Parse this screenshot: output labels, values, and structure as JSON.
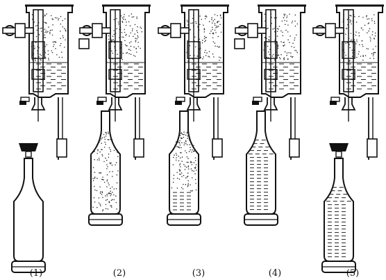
{
  "diagram": {
    "panels": [
      {
        "label": "(1)",
        "valve_open": false,
        "bottle_down": true,
        "side_knob": false,
        "foam": false,
        "liquid_frac": 0.0
      },
      {
        "label": "(2)",
        "valve_open": true,
        "bottle_down": false,
        "side_knob": true,
        "foam": true,
        "liquid_frac": 0.0
      },
      {
        "label": "(3)",
        "valve_open": true,
        "bottle_down": false,
        "side_knob": false,
        "foam": true,
        "liquid_frac": 0.25
      },
      {
        "label": "(4)",
        "valve_open": true,
        "bottle_down": false,
        "side_knob": true,
        "foam": false,
        "liquid_frac": 0.9
      },
      {
        "label": "(5)",
        "valve_open": false,
        "bottle_down": true,
        "side_knob": false,
        "foam": false,
        "liquid_frac": 0.9
      }
    ]
  }
}
